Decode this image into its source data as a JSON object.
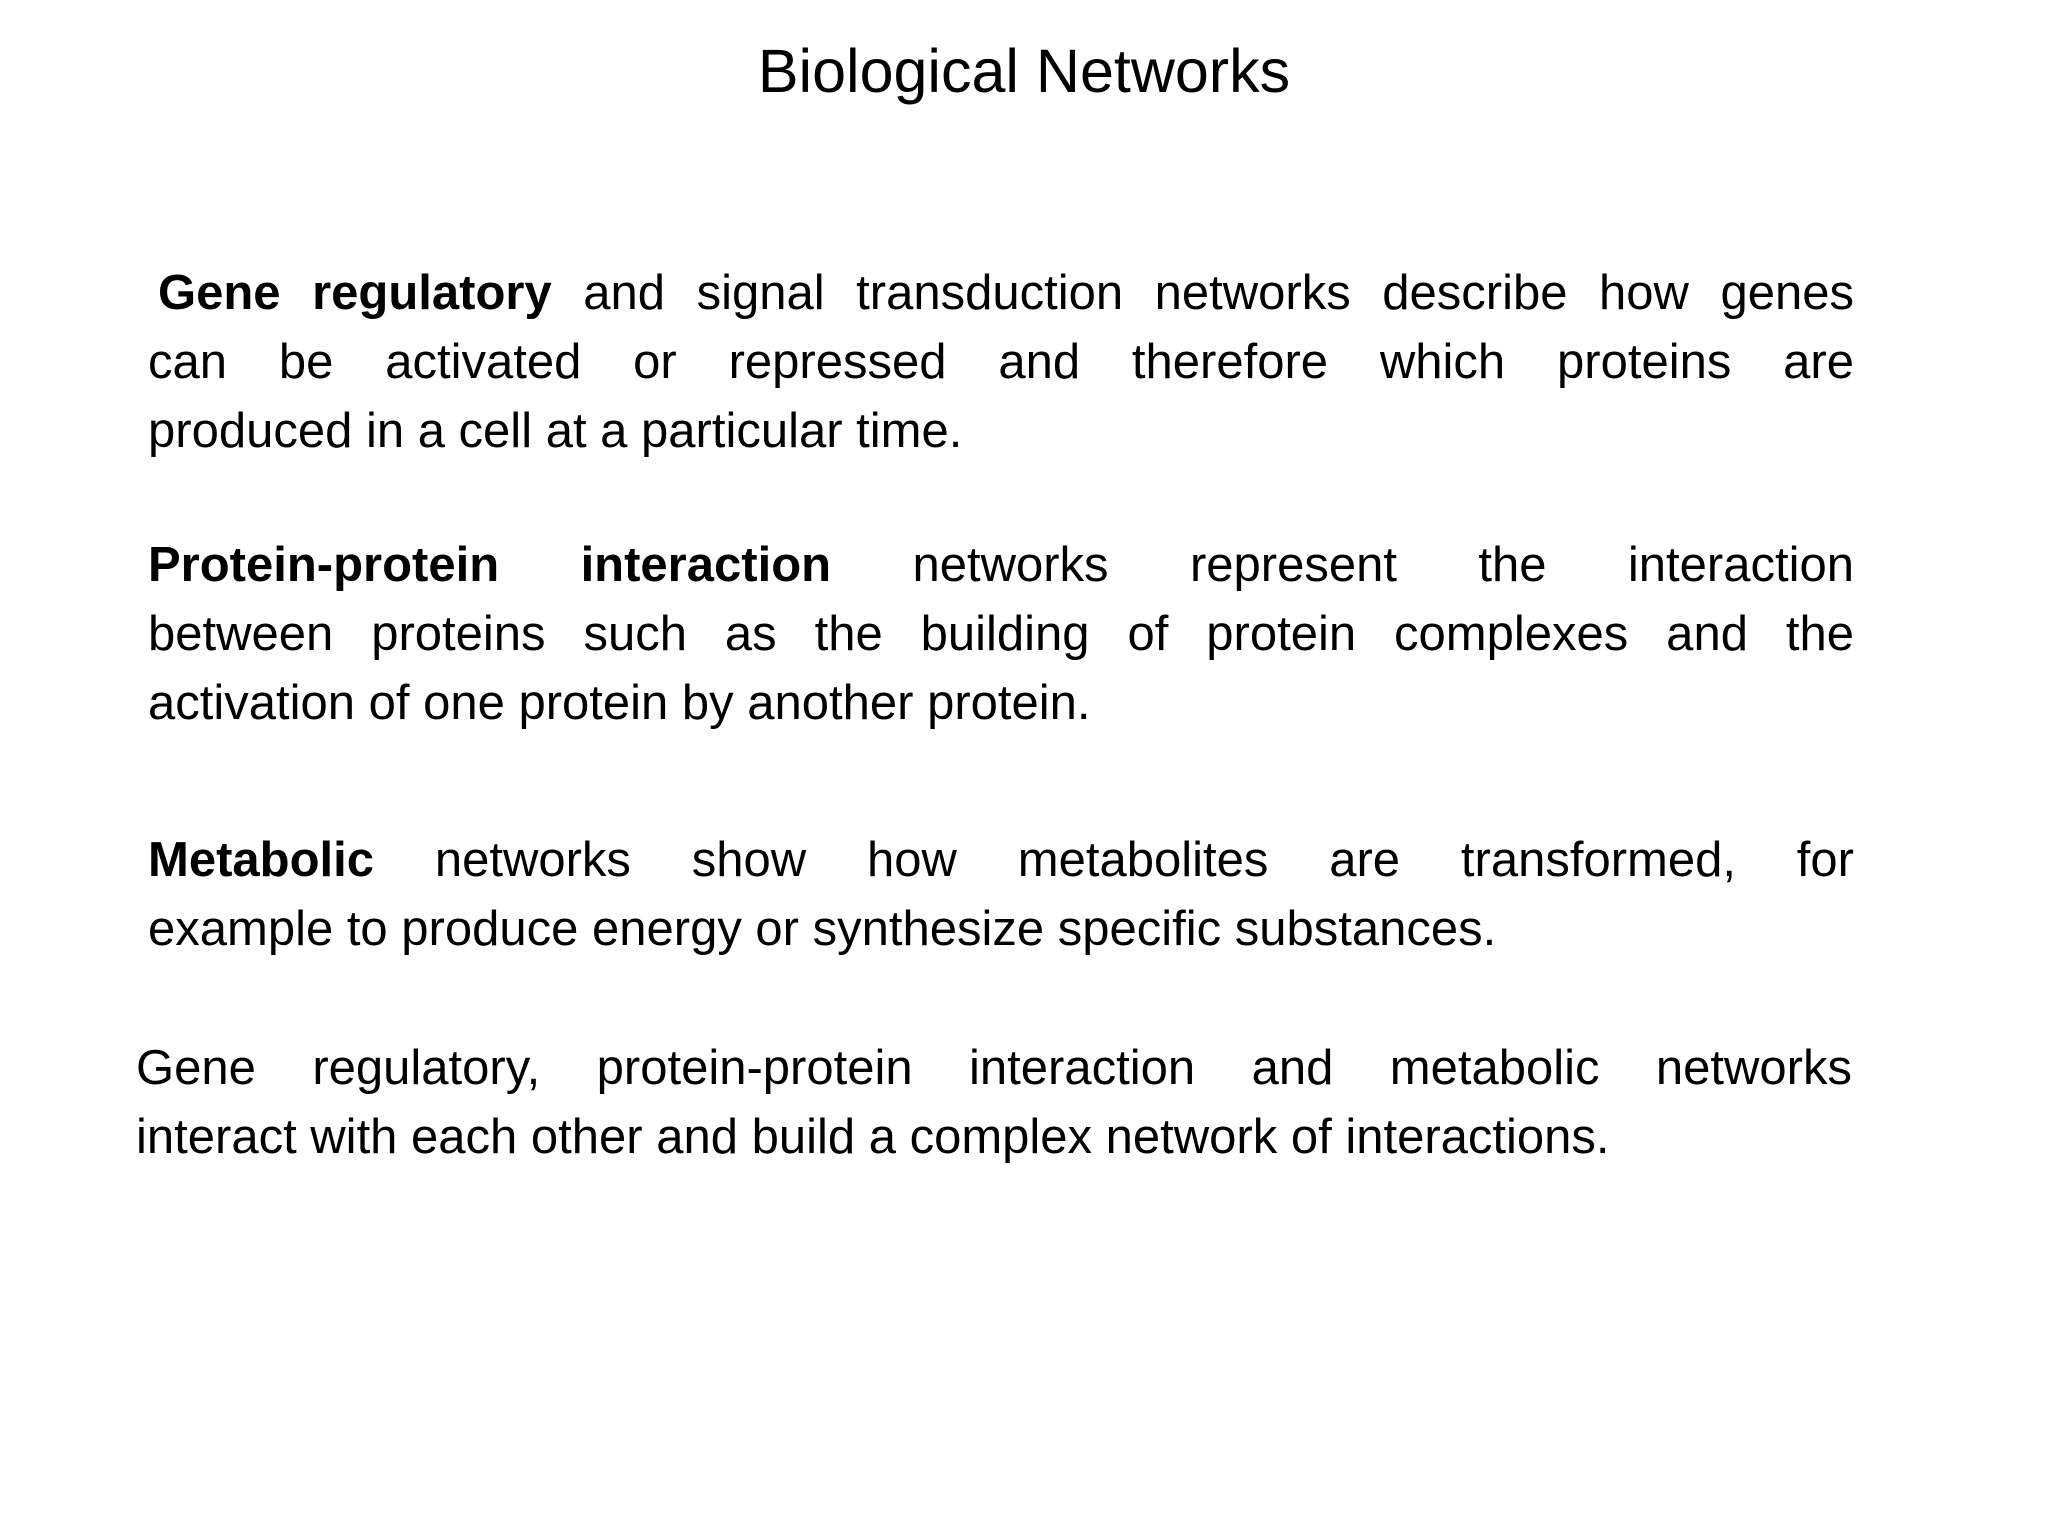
{
  "title": "Biological Networks",
  "colors": {
    "background": "#ffffff",
    "text": "#000000"
  },
  "paragraphs": [
    {
      "name": "gene-regulatory",
      "lines": [
        {
          "bold": "Gene regulatory",
          "text": " and signal transduction networks describe how genes"
        },
        {
          "bold": "",
          "text": "can be activated or repressed and therefore which proteins are"
        },
        {
          "bold": "",
          "text": "produced in a cell at a particular time."
        }
      ]
    },
    {
      "name": "protein-protein-interaction",
      "lines": [
        {
          "bold": "Protein-protein interaction",
          "text": " networks represent the interaction"
        },
        {
          "bold": "",
          "text": "between proteins such as the building of protein complexes and the"
        },
        {
          "bold": "",
          "text": "activation of one protein by another protein."
        }
      ]
    },
    {
      "name": "metabolic",
      "lines": [
        {
          "bold": "Metabolic",
          "text": " networks show how metabolites are transformed, for"
        },
        {
          "bold": "",
          "text": "example to produce energy or synthesize specific substances."
        }
      ]
    },
    {
      "name": "summary",
      "lines": [
        {
          "bold": "",
          "text": "Gene regulatory, protein-protein interaction and metabolic networks"
        },
        {
          "bold": "",
          "text": "interact with each other and build a complex network of interactions."
        }
      ]
    }
  ]
}
